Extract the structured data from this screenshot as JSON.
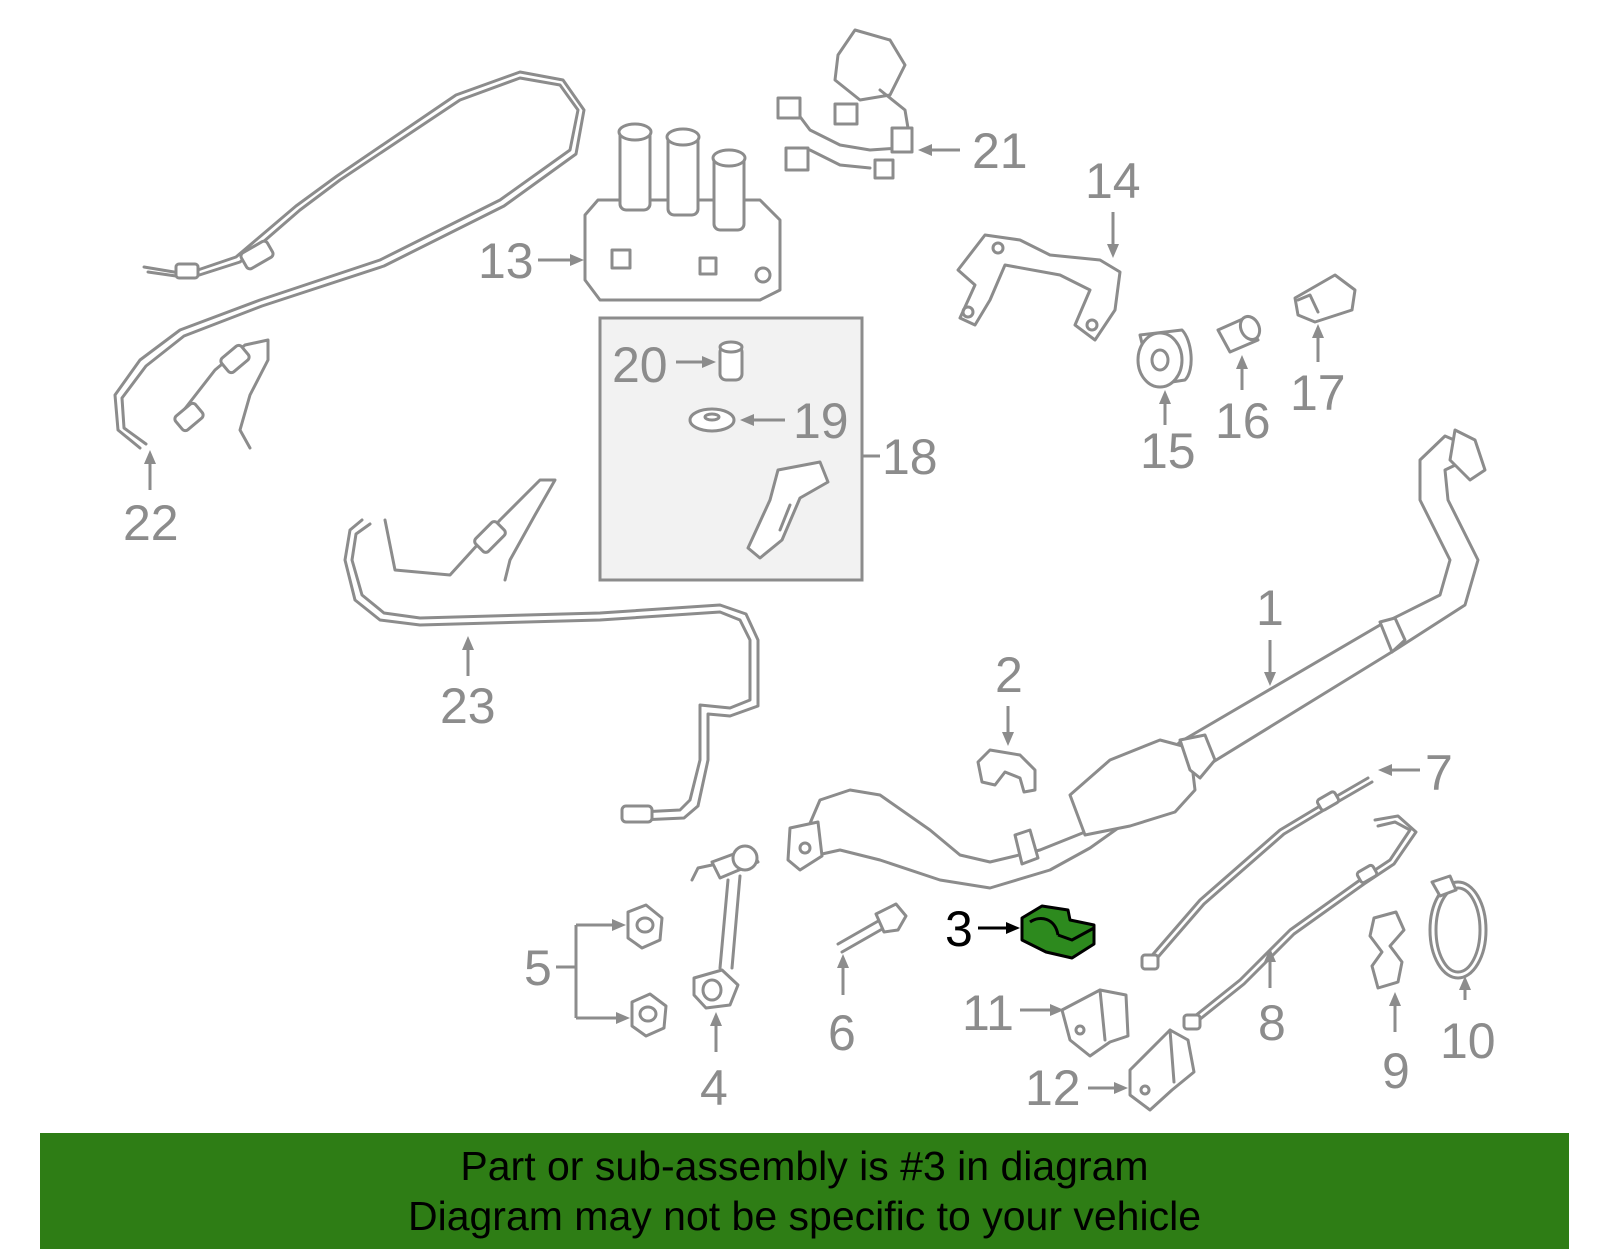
{
  "diagram": {
    "colors": {
      "part_stroke": "#8c8c8c",
      "highlight_fill": "#2d8a1e",
      "banner_bg": "#2e7d15",
      "text": "#000000"
    },
    "highlighted_part": "3",
    "callouts": [
      "1",
      "2",
      "3",
      "4",
      "5",
      "6",
      "7",
      "8",
      "9",
      "10",
      "11",
      "12",
      "13",
      "14",
      "15",
      "16",
      "17",
      "18",
      "19",
      "20",
      "21",
      "22",
      "23"
    ]
  },
  "banner": {
    "line1": "Part or sub-assembly is #3 in diagram",
    "line2": "Diagram may not be specific to your vehicle"
  }
}
